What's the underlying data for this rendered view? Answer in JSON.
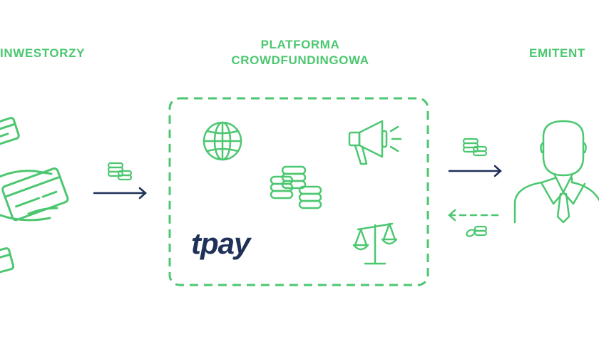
{
  "labels": {
    "investors": "INWESTORZY",
    "platform_line1": "PLATFORMA",
    "platform_line2": "CROWDFUNDINGOWA",
    "issuer": "EMITENT"
  },
  "brand": {
    "logo_text": "tpay"
  },
  "colors": {
    "accent_green": "#4cc770",
    "arrow_navy": "#1f3158",
    "background": "#ffffff"
  },
  "icons": [
    "credit-card-hand-icon",
    "coins-icon",
    "globe-icon",
    "megaphone-icon",
    "coin-stack-icon",
    "scales-icon",
    "businessman-icon"
  ]
}
